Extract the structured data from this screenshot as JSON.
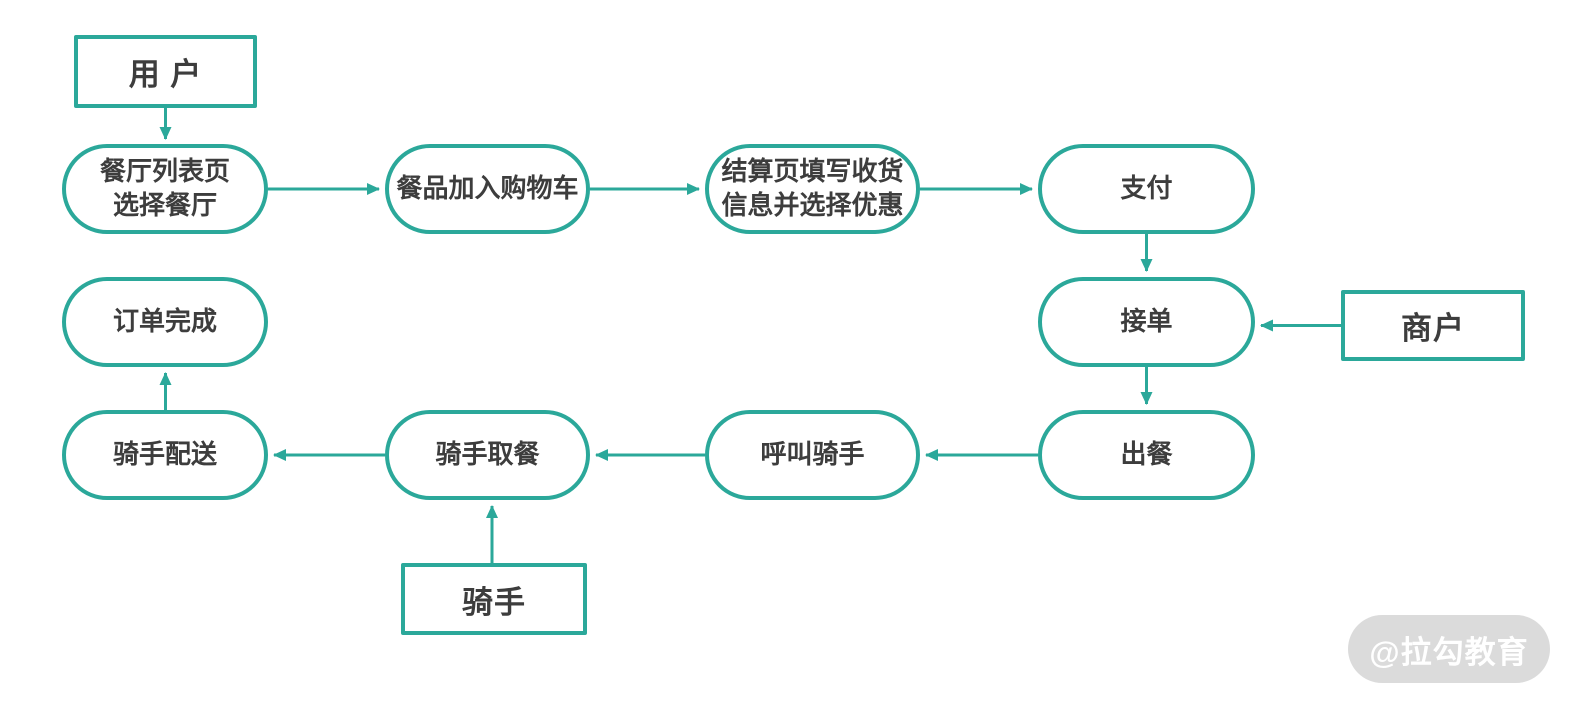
{
  "colors": {
    "accent": "#2ba89a",
    "node_text": "#3d3d3d",
    "watermark_bg": "#dbdbdb",
    "watermark_text": "#ffffff"
  },
  "actors": {
    "user": {
      "label": "用 户"
    },
    "merchant": {
      "label": "商户"
    },
    "rider": {
      "label": "骑手"
    }
  },
  "steps": {
    "restaurant_list": {
      "line1": "餐厅列表页",
      "line2": "选择餐厅"
    },
    "add_cart": {
      "label": "餐品加入购物车"
    },
    "checkout": {
      "line1": "结算页填写收货",
      "line2": "信息并选择优惠"
    },
    "pay": {
      "label": "支付"
    },
    "accept_order": {
      "label": "接单"
    },
    "dish_out": {
      "label": "出餐"
    },
    "call_rider": {
      "label": "呼叫骑手"
    },
    "rider_pickup": {
      "label": "骑手取餐"
    },
    "rider_delivery": {
      "label": "骑手配送"
    },
    "order_complete": {
      "label": "订单完成"
    }
  },
  "watermark": {
    "label": "@拉勾教育"
  }
}
